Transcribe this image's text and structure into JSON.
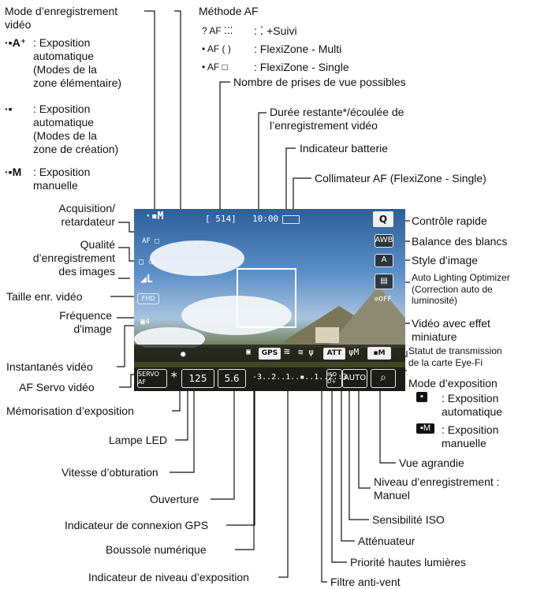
{
  "top_left": {
    "movie_mode": "Mode d’enregistrement\nvidéo",
    "exp_auto_elem_sym": "·▪A⁺",
    "exp_auto_elem": ": Exposition\n  automatique\n  (Modes de la\n  zone élémentaire)",
    "exp_auto_creative_sym": "·▪",
    "exp_auto_creative": ": Exposition\n  automatique\n  (Modes de la\n  zone de création)",
    "exp_manual_sym": "·▪M",
    "exp_manual": ": Exposition\n  manuelle"
  },
  "af_method": {
    "title": "Méthode AF",
    "opt1_sym": "? AF ⁚⁚⁚",
    "opt1": ":  ⁚ +Suivi",
    "opt2_sym": "• AF ( )",
    "opt2": ": FlexiZone - Multi",
    "opt3_sym": "• AF □",
    "opt3": ": FlexiZone - Single"
  },
  "callouts": {
    "shots": "Nombre de prises de vue possibles",
    "time": "Durée restante*/écoulée de\nl’enregistrement vidéo",
    "battery": "Indicateur batterie",
    "af_point": "Collimateur AF (FlexiZone - Single)",
    "quick_control": "Contrôle rapide",
    "wb": "Balance des blancs",
    "picture_style": "Style d’image",
    "alo": "Auto Lighting Optimizer\n(Correction auto de\nluminosité)",
    "miniature": "Vidéo avec effet\nminiature",
    "eyefi": "Statut de transmission\nde la carte Eye-Fi",
    "exposure_mode": "Mode d’exposition",
    "exposure_auto": ": Exposition\n  automatique",
    "exposure_manual": ": Exposition\n  manuelle",
    "magnified": "Vue agrandie",
    "rec_level": "Niveau d’enregistrement :\nManuel",
    "iso": "Sensibilité ISO",
    "attenuator": "Atténuateur",
    "highlight": "Priorité hautes lumières",
    "wind": "Filtre anti-vent",
    "drive": "Acquisition/\nretardateur",
    "quality": "Qualité\nd’enregistrement\ndes images",
    "movie_size": "Taille enr. vidéo",
    "frame_rate": "Fréquence\nd'image",
    "snapshots": "Instantanés vidéo",
    "servo_af": "AF Servo vidéo",
    "ae_lock": "Mémorisation d’exposition",
    "led": "Lampe LED",
    "shutter": "Vitesse d’obturation",
    "aperture": "Ouverture",
    "gps": "Indicateur de connexion GPS",
    "compass": "Boussole numérique",
    "exposure_level": "Indicateur de niveau d’exposition"
  },
  "screen": {
    "mode_icon": "·▪M",
    "af_icon": "AF □",
    "shots_value": "[ 514]",
    "time_value": "10:00",
    "q_label": "Q",
    "awb_label": "AWB",
    "style_label": "A",
    "alo_label": "▤",
    "miniature_label": "⊘OFF",
    "drive_icon": "□ ⏲",
    "quality_icon": "◢L",
    "size_icon": "FHD",
    "snap_icon": "▣4",
    "servo_label": "SERVO AF",
    "ae_lock_symbol": "*",
    "shutter_value": "125",
    "aperture_value": "5.6",
    "scale_value": "-3..2..1..▪..1..2.:3",
    "gps_label": "GPS",
    "wifi_icon": "≋",
    "wind_icon": "≋ ψ",
    "att_label": "ATT",
    "mic_icon": "ψM",
    "eyefi_icon": "▪M",
    "iso_hl": "ISO D+",
    "iso_value": "AUTO",
    "zoom_icon": "⌕",
    "led_icon": "✹"
  },
  "legend_icons": {
    "mode_auto": "▪",
    "mode_manual": "▪M"
  }
}
